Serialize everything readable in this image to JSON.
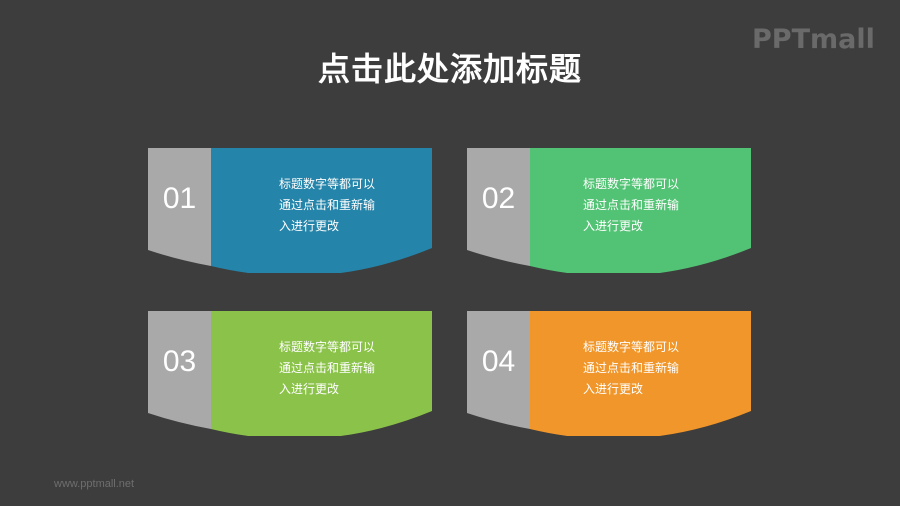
{
  "title": "点击此处添加标题",
  "logo": "PPTmall",
  "footer": "www.pptmall.net",
  "colors": {
    "background": "#3d3d3d",
    "tab_gray": "#a9a9a9",
    "card1": "#2584a9",
    "card2": "#52c374",
    "card3": "#8bc34a",
    "card4": "#f0962a"
  },
  "cards": [
    {
      "number": "01",
      "color": "#2584a9",
      "lines": [
        "标题数字等都可以",
        "通过点击和重新输",
        "入进行更改"
      ]
    },
    {
      "number": "02",
      "color": "#52c374",
      "lines": [
        "标题数字等都可以",
        "通过点击和重新输",
        "入进行更改"
      ]
    },
    {
      "number": "03",
      "color": "#8bc34a",
      "lines": [
        "标题数字等都可以",
        "通过点击和重新输",
        "入进行更改"
      ]
    },
    {
      "number": "04",
      "color": "#f0962a",
      "lines": [
        "标题数字等都可以",
        "通过点击和重新输",
        "入进行更改"
      ]
    }
  ]
}
